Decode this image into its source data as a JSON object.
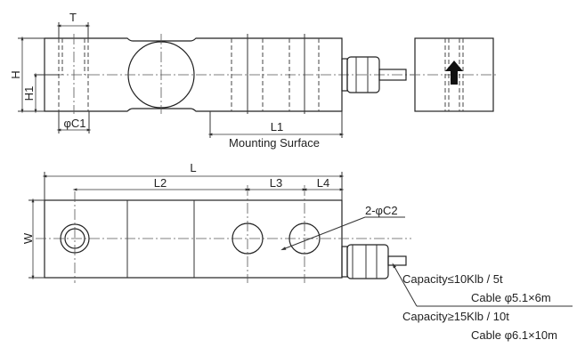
{
  "top_view": {
    "dim_T": "T",
    "dim_H": "H",
    "dim_H1": "H1",
    "dim_C1": "φC1",
    "dim_L1": "L1",
    "mounting_surface": "Mounting Surface"
  },
  "bottom_view": {
    "dim_L": "L",
    "dim_L2": "L2",
    "dim_L3": "L3",
    "dim_L4": "L4",
    "dim_W": "W",
    "hole_label": "2-φC2"
  },
  "cable_notes": {
    "capacity_small": "Capacity≤10Klb / 5t",
    "cable_small": "Cable φ5.1×6m",
    "capacity_large": "Capacity≥15Klb / 10t",
    "cable_large": "Cable φ6.1×10m"
  }
}
